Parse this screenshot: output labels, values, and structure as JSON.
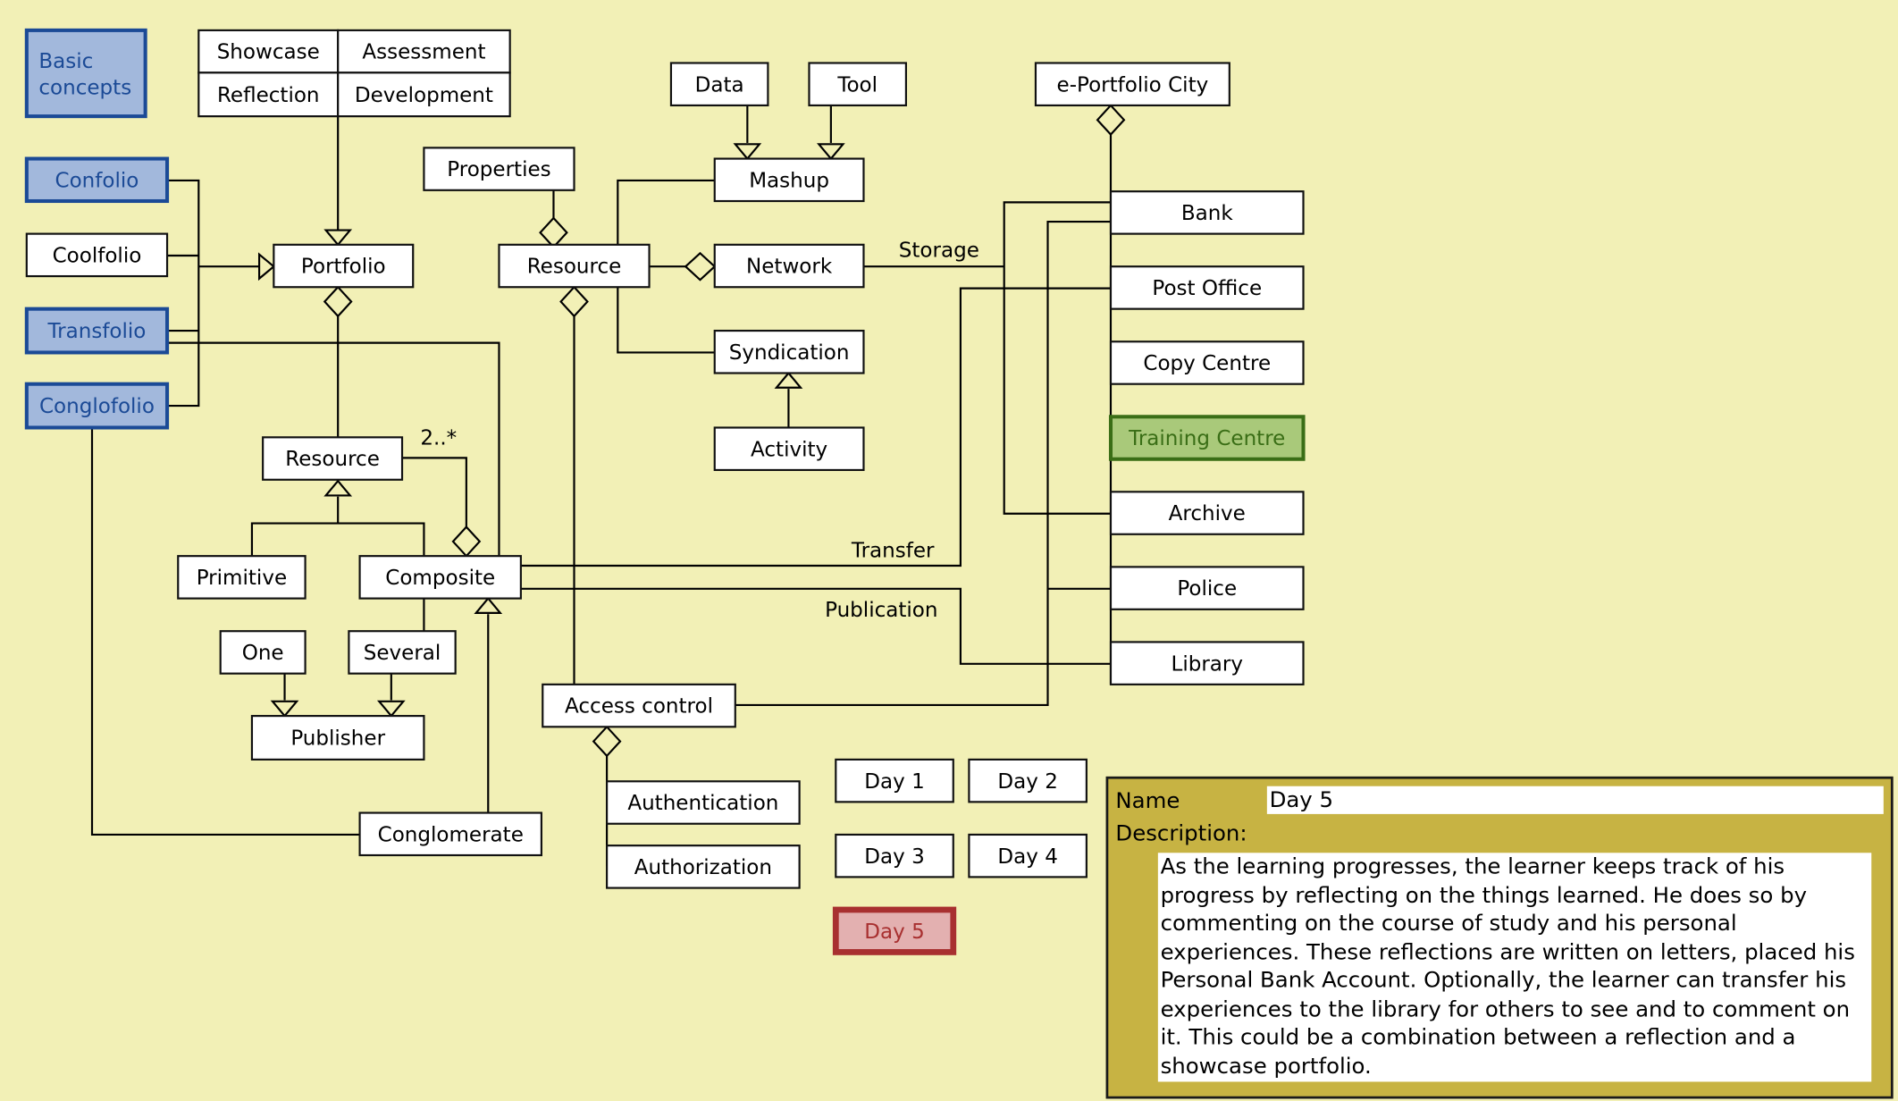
{
  "colors": {
    "background": "#f2f0b6",
    "concept_fill": "#a2b8dc",
    "concept_stroke": "#1b4a96",
    "highlight_fill": "#a9c97a",
    "highlight_stroke": "#3a6e16",
    "selected_fill": "#e3b0b0",
    "selected_stroke": "#a83030",
    "popup": "#c4ae3a"
  },
  "nodes": {
    "basic": {
      "label": "Basic\nconcepts",
      "style": "concept"
    },
    "showcase": {
      "label": "Showcase",
      "style": "plain"
    },
    "assessment": {
      "label": "Assessment",
      "style": "plain"
    },
    "reflection": {
      "label": "Reflection",
      "style": "plain"
    },
    "development": {
      "label": "Development",
      "style": "plain"
    },
    "confolio": {
      "label": "Confolio",
      "style": "concept"
    },
    "coolfolio": {
      "label": "Coolfolio",
      "style": "plain"
    },
    "transfolio": {
      "label": "Transfolio",
      "style": "concept"
    },
    "conglofolio": {
      "label": "Conglofolio",
      "style": "concept"
    },
    "portfolio": {
      "label": "Portfolio",
      "style": "plain"
    },
    "properties": {
      "label": "Properties",
      "style": "plain"
    },
    "resource_top": {
      "label": "Resource",
      "style": "plain"
    },
    "data": {
      "label": "Data",
      "style": "plain"
    },
    "tool": {
      "label": "Tool",
      "style": "plain"
    },
    "mashup": {
      "label": "Mashup",
      "style": "plain"
    },
    "network": {
      "label": "Network",
      "style": "plain"
    },
    "syndication": {
      "label": "Syndication",
      "style": "plain"
    },
    "activity": {
      "label": "Activity",
      "style": "plain"
    },
    "city": {
      "label": "e-Portfolio City",
      "style": "plain"
    },
    "bank": {
      "label": "Bank",
      "style": "plain"
    },
    "post_office": {
      "label": "Post Office",
      "style": "plain"
    },
    "copy_centre": {
      "label": "Copy Centre",
      "style": "plain"
    },
    "training_centre": {
      "label": "Training Centre",
      "style": "highlight"
    },
    "archive": {
      "label": "Archive",
      "style": "plain"
    },
    "police": {
      "label": "Police",
      "style": "plain"
    },
    "library": {
      "label": "Library",
      "style": "plain"
    },
    "resource_left": {
      "label": "Resource",
      "style": "plain"
    },
    "primitive": {
      "label": "Primitive",
      "style": "plain"
    },
    "composite": {
      "label": "Composite",
      "style": "plain"
    },
    "one": {
      "label": "One",
      "style": "plain"
    },
    "several": {
      "label": "Several",
      "style": "plain"
    },
    "publisher": {
      "label": "Publisher",
      "style": "plain"
    },
    "access_control": {
      "label": "Access control",
      "style": "plain"
    },
    "authentication": {
      "label": "Authentication",
      "style": "plain"
    },
    "authorization": {
      "label": "Authorization",
      "style": "plain"
    },
    "conglomerate": {
      "label": "Conglomerate",
      "style": "plain"
    },
    "day1": {
      "label": "Day 1",
      "style": "plain"
    },
    "day2": {
      "label": "Day 2",
      "style": "plain"
    },
    "day3": {
      "label": "Day 3",
      "style": "plain"
    },
    "day4": {
      "label": "Day 4",
      "style": "plain"
    },
    "day5": {
      "label": "Day 5",
      "style": "selected"
    }
  },
  "edge_labels": {
    "storage": "Storage",
    "transfer": "Transfer",
    "publication": "Publication",
    "multiplicity": "2..*"
  },
  "popup": {
    "name_label": "Name",
    "name_value": "Day 5",
    "description_label": "Description:",
    "description_value": "As the learning progresses, the learner keeps track of his\nprogress by reflecting on the things learned. He does so by\ncommenting on the course of study and his personal\nexperiences. These reflections are written on letters, placed his\nPersonal Bank Account. Optionally, the learner can transfer his\nexperiences to the library for others to see and to comment on\nit. This could be a combination between a reflection and a\nshowcase portfolio."
  }
}
